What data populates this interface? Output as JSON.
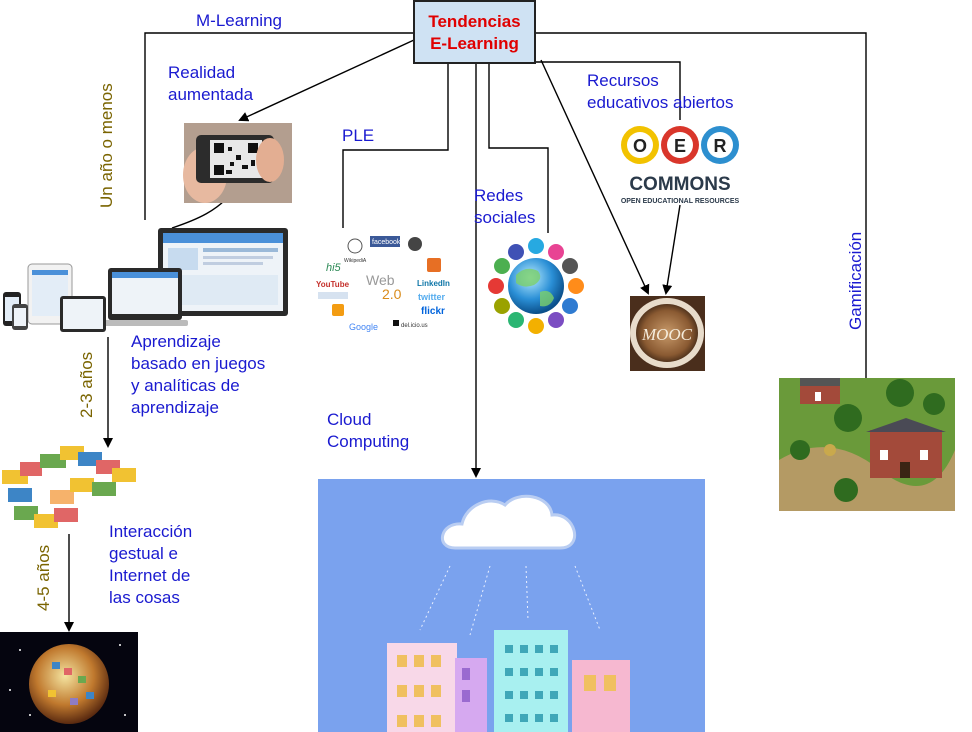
{
  "central": {
    "line1": "Tendencias",
    "line2": "E-Learning"
  },
  "labels": {
    "m_learning": "M-Learning",
    "realidad_1": "Realidad",
    "realidad_2": "aumentada",
    "ple": "PLE",
    "redes_1": "Redes",
    "redes_2": "sociales",
    "recursos_1": "Recursos",
    "recursos_2": "educativos abiertos",
    "gamificacion": "Gamificación",
    "aprendizaje": [
      "Aprendizaje",
      "basado en juegos",
      "y analíticas de",
      "aprendizaje"
    ],
    "cloud_1": "Cloud",
    "cloud_2": "Computing",
    "interaccion": [
      "Interacción",
      "gestual e",
      "Internet de",
      "las cosas"
    ]
  },
  "timeline": {
    "short": "Un año o menos",
    "mid": "2-3 años",
    "long": "4-5 años"
  },
  "images": {
    "oer_letters": [
      "O",
      "E",
      "R"
    ],
    "oer_title": "COMMONS",
    "oer_sub": "OPEN EDUCATIONAL RESOURCES",
    "mooc": "MOOC",
    "web20_title": "Web",
    "web20_ver": "2.0",
    "logos": [
      "facebook",
      "hi5",
      "YouTube",
      "LinkedIn",
      "twitter",
      "flickr",
      "Google",
      "del.icio.us",
      "WikipediA"
    ]
  },
  "colors": {
    "label_blue": "#1a1ad0",
    "timeline_olive": "#7a6400",
    "central_fill": "#cfe2f3",
    "central_text": "#e00000"
  }
}
